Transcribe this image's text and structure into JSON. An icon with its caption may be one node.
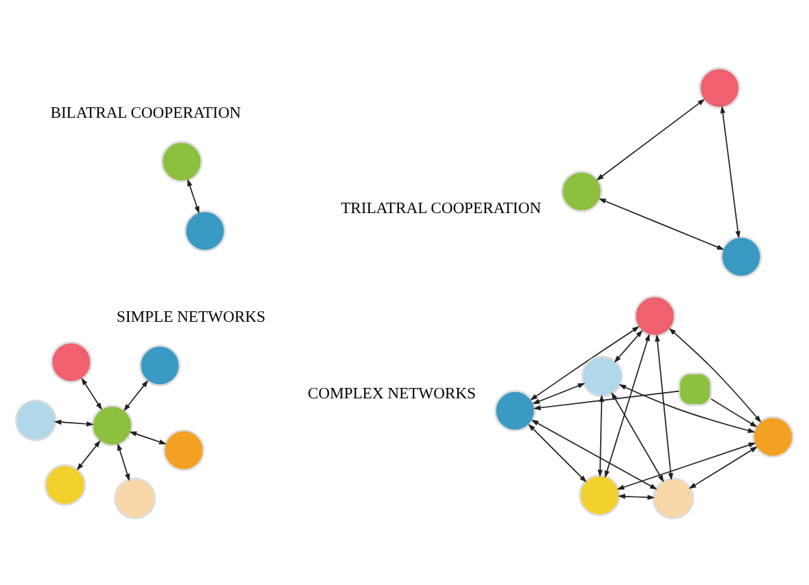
{
  "diagram": {
    "nodes": [
      {
        "text": [],
        "shape": "circle"
      },
      {
        "text": [],
        "shape": "circle"
      },
      {
        "text": [],
        "shape": "circle"
      },
      {
        "text": [],
        "shape": "circle"
      },
      {
        "text": [],
        "shape": "circle"
      },
      {
        "text": [],
        "shape": "circle"
      },
      {
        "text": [],
        "shape": "circle"
      },
      {
        "text": [],
        "shape": "circle"
      },
      {
        "text": [],
        "shape": "circle"
      },
      {
        "text": [],
        "shape": "circle"
      },
      {
        "text": [],
        "shape": "circle"
      },
      {
        "text": [],
        "shape": "circle"
      },
      {
        "text": [],
        "shape": "circle"
      },
      {
        "text": [],
        "shape": "circle"
      },
      {
        "text": [],
        "shape": "circle"
      },
      {
        "text": [],
        "shape": "box"
      },
      {
        "text": [],
        "shape": "circle"
      },
      {
        "text": [],
        "shape": "circle"
      },
      {
        "text": [],
        "shape": "circle"
      }
    ],
    "edges": [
      {
        "from": 0,
        "to": 1,
        "arrow": "both"
      },
      {
        "from": 2,
        "to": 3,
        "arrow": "both"
      },
      {
        "from": 2,
        "to": 4,
        "arrow": "both"
      },
      {
        "from": 3,
        "to": 4,
        "arrow": "both"
      },
      {
        "from": 8,
        "to": 5,
        "arrow": "both"
      },
      {
        "from": 8,
        "to": 6,
        "arrow": "both"
      },
      {
        "from": 8,
        "to": 7,
        "arrow": "both"
      },
      {
        "from": 8,
        "to": 9,
        "arrow": "both"
      },
      {
        "from": 8,
        "to": 10,
        "arrow": "both"
      },
      {
        "from": 8,
        "to": 11,
        "arrow": "both"
      },
      {
        "from": 13,
        "to": 12,
        "arrow": "both"
      },
      {
        "from": 12,
        "to": 14,
        "arrow": "both"
      },
      {
        "from": 14,
        "to": 17,
        "arrow": "both"
      },
      {
        "from": 17,
        "to": 18,
        "arrow": "both"
      },
      {
        "from": 18,
        "to": 16,
        "arrow": "both"
      },
      {
        "from": 16,
        "to": 13,
        "arrow": "both"
      },
      {
        "from": 15,
        "to": 12,
        "arrow": "to"
      },
      {
        "from": 15,
        "to": 18,
        "arrow": "to"
      },
      {
        "from": 13,
        "to": 14,
        "arrow": "both"
      },
      {
        "from": 16,
        "to": 17,
        "arrow": "both"
      },
      {
        "from": 12,
        "to": 16,
        "arrow": "both"
      },
      {
        "from": 12,
        "to": 17,
        "arrow": "both"
      },
      {
        "from": 18,
        "to": 13,
        "arrow": "both"
      },
      {
        "from": 18,
        "to": 14,
        "arrow": "both"
      },
      {
        "from": 13,
        "to": 17,
        "arrow": "both"
      },
      {
        "from": 14,
        "to": 16,
        "arrow": "both"
      }
    ],
    "labels": [
      "BILATRAL COOPERATION",
      "TRILATRAL COOPERATION",
      "SIMPLE NETWORKS",
      "COMPLEX NETWORKS"
    ]
  }
}
